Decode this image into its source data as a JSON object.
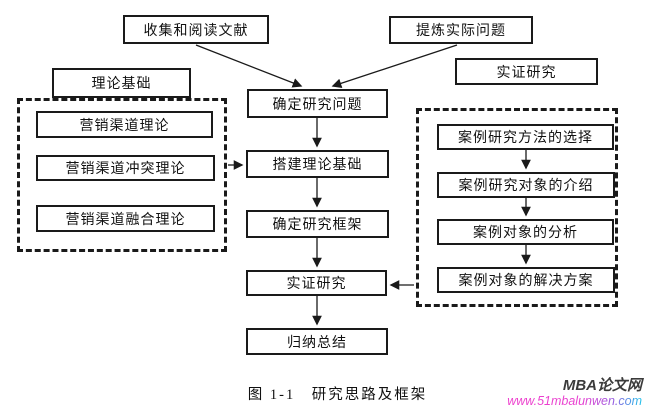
{
  "figure": {
    "caption": "图 1-1　研究思路及框架"
  },
  "watermark": {
    "site_name": "MBA论文网",
    "site_url": "www.51mbalunwen.com",
    "name_color": "#3b3b3b",
    "url_gradient_start": "#ee3fcd",
    "url_gradient_end": "#1ec3ea"
  },
  "flowchart": {
    "line_color": "#1a1a1a",
    "top_nodes": [
      {
        "label": "收集和阅读文献"
      },
      {
        "label": "提炼实际问题"
      }
    ],
    "left_group": {
      "title": "理论基础",
      "items": [
        "营销渠道理论",
        "营销渠道冲突理论",
        "营销渠道融合理论"
      ]
    },
    "right_group": {
      "title": "实证研究",
      "items": [
        "案例研究方法的选择",
        "案例研究对象的介绍",
        "案例对象的分析",
        "案例对象的解决方案"
      ]
    },
    "main_flow": [
      "确定研究问题",
      "搭建理论基础",
      "确定研究框架",
      "实证研究",
      "归纳总结"
    ]
  }
}
